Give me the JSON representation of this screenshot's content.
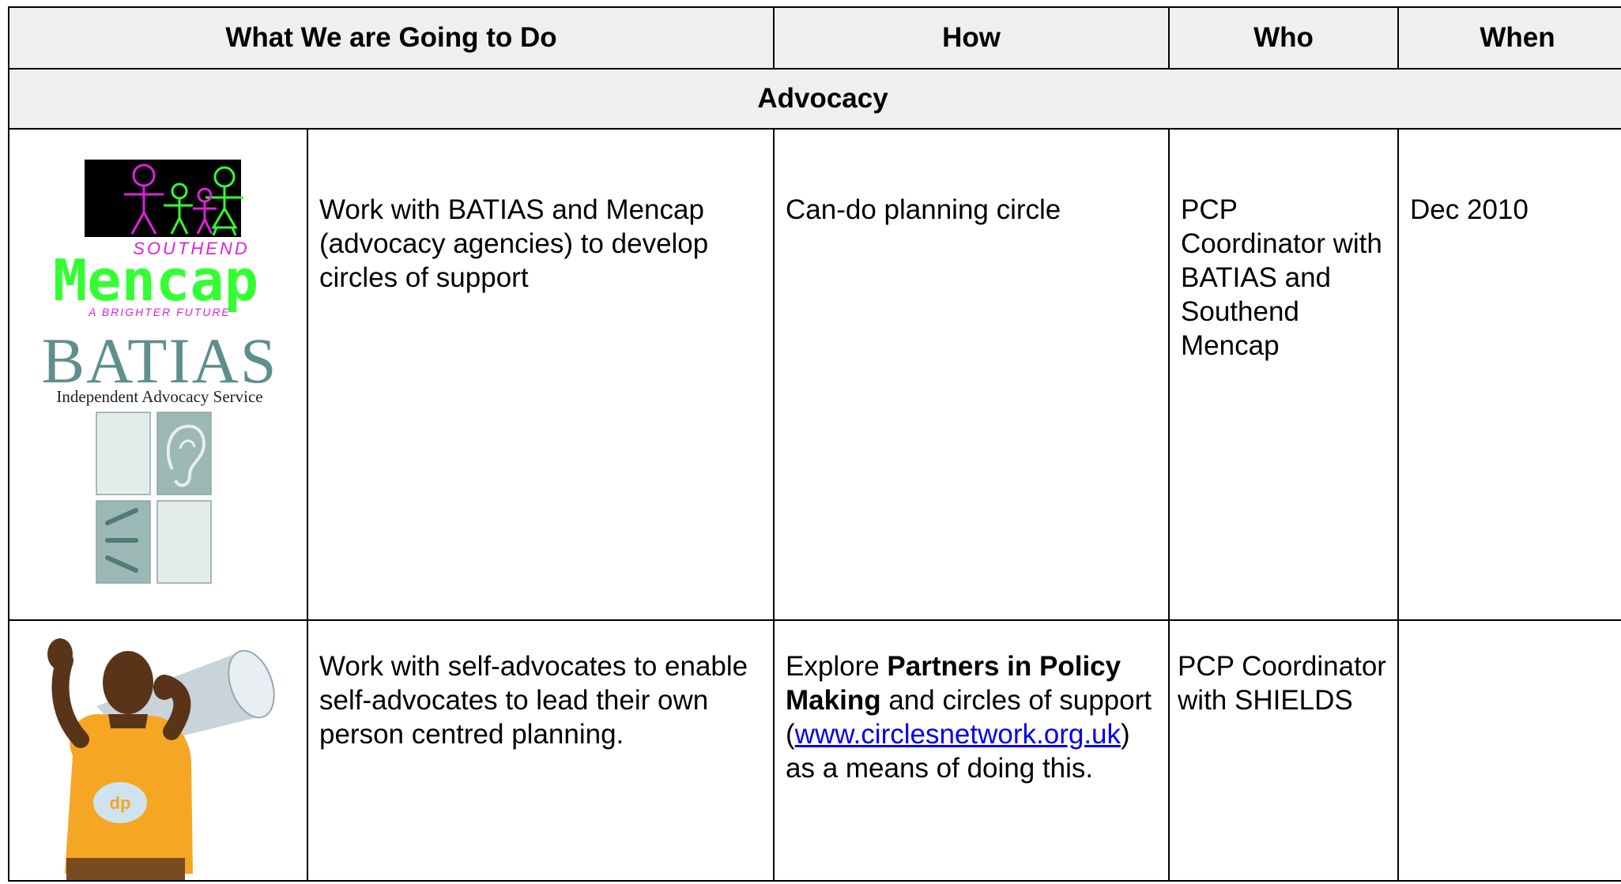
{
  "header": {
    "col_what": "What We are Going to Do",
    "col_how": "How",
    "col_who": "Who",
    "col_when": "When"
  },
  "section": {
    "title": "Advocacy"
  },
  "rows": [
    {
      "logo_mencap": {
        "top": "SOUTHEND",
        "main": "Mencap",
        "tagline": "A BRIGHTER FUTURE"
      },
      "logo_batias": {
        "main": "BATIAS",
        "sub": "Independent Advocacy Service"
      },
      "what": "Work with BATIAS and Mencap (advocacy agencies)  to develop circles of support",
      "how": "Can-do planning circle",
      "who": "PCP Coordinator with BATIAS and Southend Mencap",
      "when": "Dec 2010"
    },
    {
      "shirt_text": "dp",
      "what": "Work with self-advocates to enable self-advocates to lead their own person centred planning.",
      "how_pre": "Explore ",
      "how_bold": "Partners in Policy Making",
      "how_mid": " and circles of support (",
      "how_link": "www.circlesnetwork.org.uk",
      "how_post": ") as a means of doing this.",
      "who": "PCP Coordinator with SHIELDS",
      "when": ""
    }
  ],
  "colors": {
    "header_bg": "#efefef",
    "mencap_green": "#33ff33",
    "mencap_magenta": "#e020e0",
    "batias_teal": "#5f8f8c",
    "link_blue": "#0000ee",
    "shirt_orange": "#f5a623"
  }
}
